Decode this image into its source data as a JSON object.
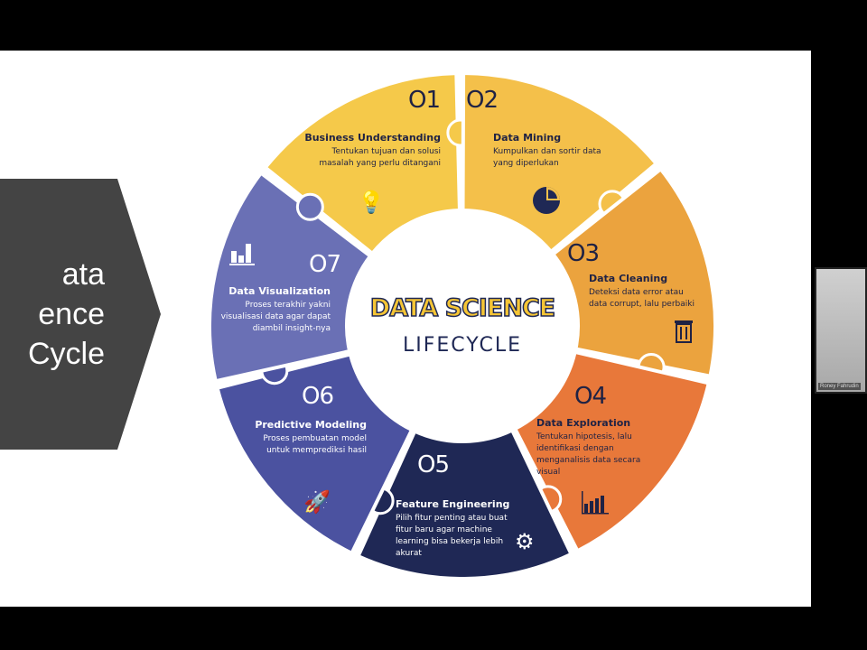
{
  "slide": {
    "side_title_lines": [
      "ata",
      "ence",
      "Cycle"
    ],
    "center_title": "DATA SCIENCE",
    "center_subtitle": "LIFECYCLE",
    "steps": [
      {
        "num": "O1",
        "title": "Business Understanding",
        "desc": "Tentukan tujuan dan solusi masalah yang perlu ditangani",
        "icon": "lightbulb-icon",
        "color": "#f5c94a"
      },
      {
        "num": "O2",
        "title": "Data Mining",
        "desc": "Kumpulkan dan sortir data yang diperlukan",
        "icon": "pie-chart-icon",
        "color": "#f4c04a"
      },
      {
        "num": "O3",
        "title": "Data Cleaning",
        "desc": "Deteksi data error atau data corrupt, lalu perbaiki",
        "icon": "trash-icon",
        "color": "#eba33e"
      },
      {
        "num": "O4",
        "title": "Data Exploration",
        "desc": "Tentukan hipotesis, lalu identifikasi dengan menganalisis data secara visual",
        "icon": "bar-chart-icon",
        "color": "#e8783a"
      },
      {
        "num": "O5",
        "title": "Feature Engineering",
        "desc": "Pilih fitur penting atau buat fitur baru agar machine learning bisa bekerja lebih akurat",
        "icon": "gear-icon",
        "color": "#1f2855"
      },
      {
        "num": "O6",
        "title": "Predictive Modeling",
        "desc": "Proses pembuatan model untuk memprediksi hasil",
        "icon": "rocket-icon",
        "color": "#4b52a0"
      },
      {
        "num": "O7",
        "title": "Data Visualization",
        "desc": "Proses terakhir yakni visualisasi data agar dapat diambil insight-nya",
        "icon": "chart-icon",
        "color": "#6a70b5"
      }
    ]
  },
  "participant": {
    "name": "Roney Fahrudin"
  }
}
